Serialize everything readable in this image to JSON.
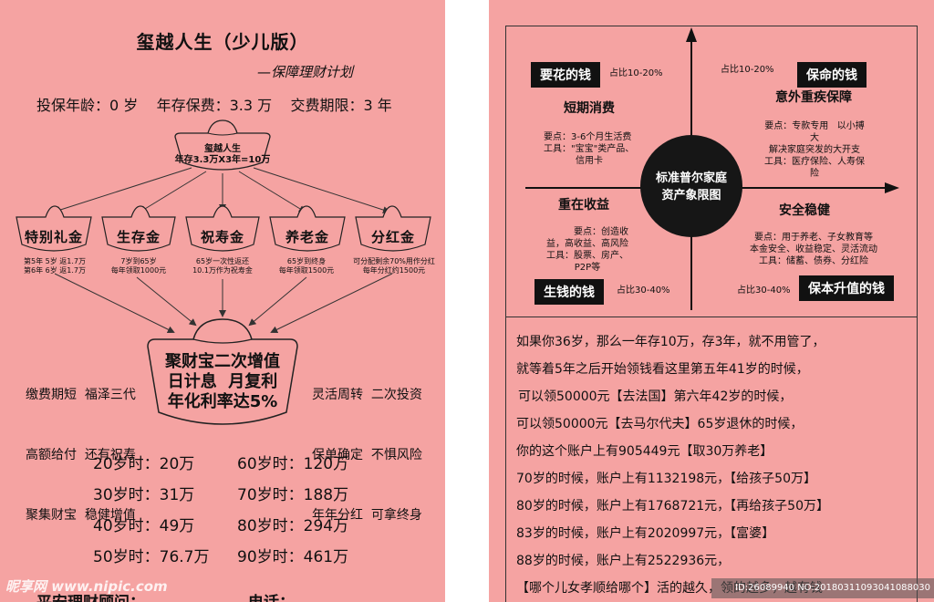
{
  "left": {
    "title": "玺越人生（少儿版）",
    "subtitle": "—保障理财计划",
    "info_line": "投保年龄：0 岁    年存保费：3.3 万    交费期限：3 年",
    "top_ingot": {
      "line1": "玺越人生",
      "line2": "年存3.3万X3年=10万"
    },
    "benefits": [
      {
        "name": "特别礼金",
        "note1": "第5年 5岁 返1.7万",
        "note2": "第6年 6岁 返1.7万"
      },
      {
        "name": "生存金",
        "note1": "7岁到65岁",
        "note2": "每年领取1000元"
      },
      {
        "name": "祝寿金",
        "note1": "65岁一次性返还",
        "note2": "10.1万作为祝寿金"
      },
      {
        "name": "养老金",
        "note1": "65岁到终身",
        "note2": "每年领取1500元"
      },
      {
        "name": "分红金",
        "note1": "可分配剩余70%用作分红",
        "note2": "每年分红约1500元"
      }
    ],
    "bottom_ingot": {
      "line1": "聚财宝二次增值",
      "line2": "日计息  月复利",
      "line3": "年化利率达5%"
    },
    "left_features": [
      "缴费期短  福泽三代",
      "高额给付  还有祝寿",
      "聚集财宝  稳健增值"
    ],
    "right_features": [
      "灵活周转  二次投资",
      "保单确定  不惧风险",
      "年年分红  可拿终身"
    ],
    "ages_left": [
      "20岁时：20万",
      "30岁时：31万",
      "40岁时：49万",
      "50岁时：76.7万"
    ],
    "ages_right": [
      "60岁时：120万",
      "70岁时：188万",
      "80岁时：294万",
      "90岁时：461万"
    ],
    "footer_left": "平安理财顾问：",
    "footer_right": "电话："
  },
  "right": {
    "center_line1": "标准普尔家庭",
    "center_line2": "资产象限图",
    "quadrants": {
      "tl": {
        "tag": "要花的钱",
        "ratio": "占比10-20%",
        "heading": "短期消费",
        "details": [
          "要点：3-6个月生活费",
          "工具：\"宝宝\"类产品、",
          "信用卡"
        ]
      },
      "tr": {
        "tag": "保命的钱",
        "ratio": "占比10-20%",
        "heading": "意外重疾保障",
        "details": [
          "要点：专款专用   以小搏",
          "大",
          "解决家庭突发的大开支",
          "工具：医疗保险、人寿保",
          "险"
        ]
      },
      "bl": {
        "tag": "生钱的钱",
        "ratio": "占比30-40%",
        "heading": "重在收益",
        "details": [
          "要点：创造收",
          "益，高收益、高风险",
          "工具：股票、房产、",
          "P2P等"
        ]
      },
      "br": {
        "tag": "保本升值的钱",
        "ratio": "占比30-40%",
        "heading": "安全稳健",
        "details": [
          "要点：用于养老、子女教育等",
          "本金安全、收益稳定、灵活流动",
          "工具：储蓄、债券、分红险"
        ]
      }
    },
    "story": [
      "如果你36岁，那么一年存10万，存3年，就不用管了，",
      "就等着5年之后开始领钱看这里第五年41岁的时候，",
      "可以领50000元【去法国】第六年42岁的时候，",
      "可以领50000元【去马尔代夫】65岁退休的时候，",
      "你的这个账户上有905449元【取30万养老】",
      "70岁的时候，账户上有1132198元，【给孩子50万】",
      "80岁的时候，账户上有1768721元，【再给孩子50万】",
      "83岁的时候，账户上有2020997元，【富婆】",
      "88岁的时候，账户上有2522936元，",
      "【哪个儿女孝顺给哪个】活的越久，领的越多，越有钱"
    ]
  },
  "watermark": {
    "logo": "昵享网 www.nipic.com",
    "id_line": "ID:26089940 NO:20180311093041088030"
  },
  "colors": {
    "background": "#f5a3a2",
    "ink": "#111111",
    "ingot_fill": "#f5a3a2"
  },
  "icons": [
    "gold-ingot-icon",
    "arrow-up-icon",
    "arrow-right-icon"
  ]
}
